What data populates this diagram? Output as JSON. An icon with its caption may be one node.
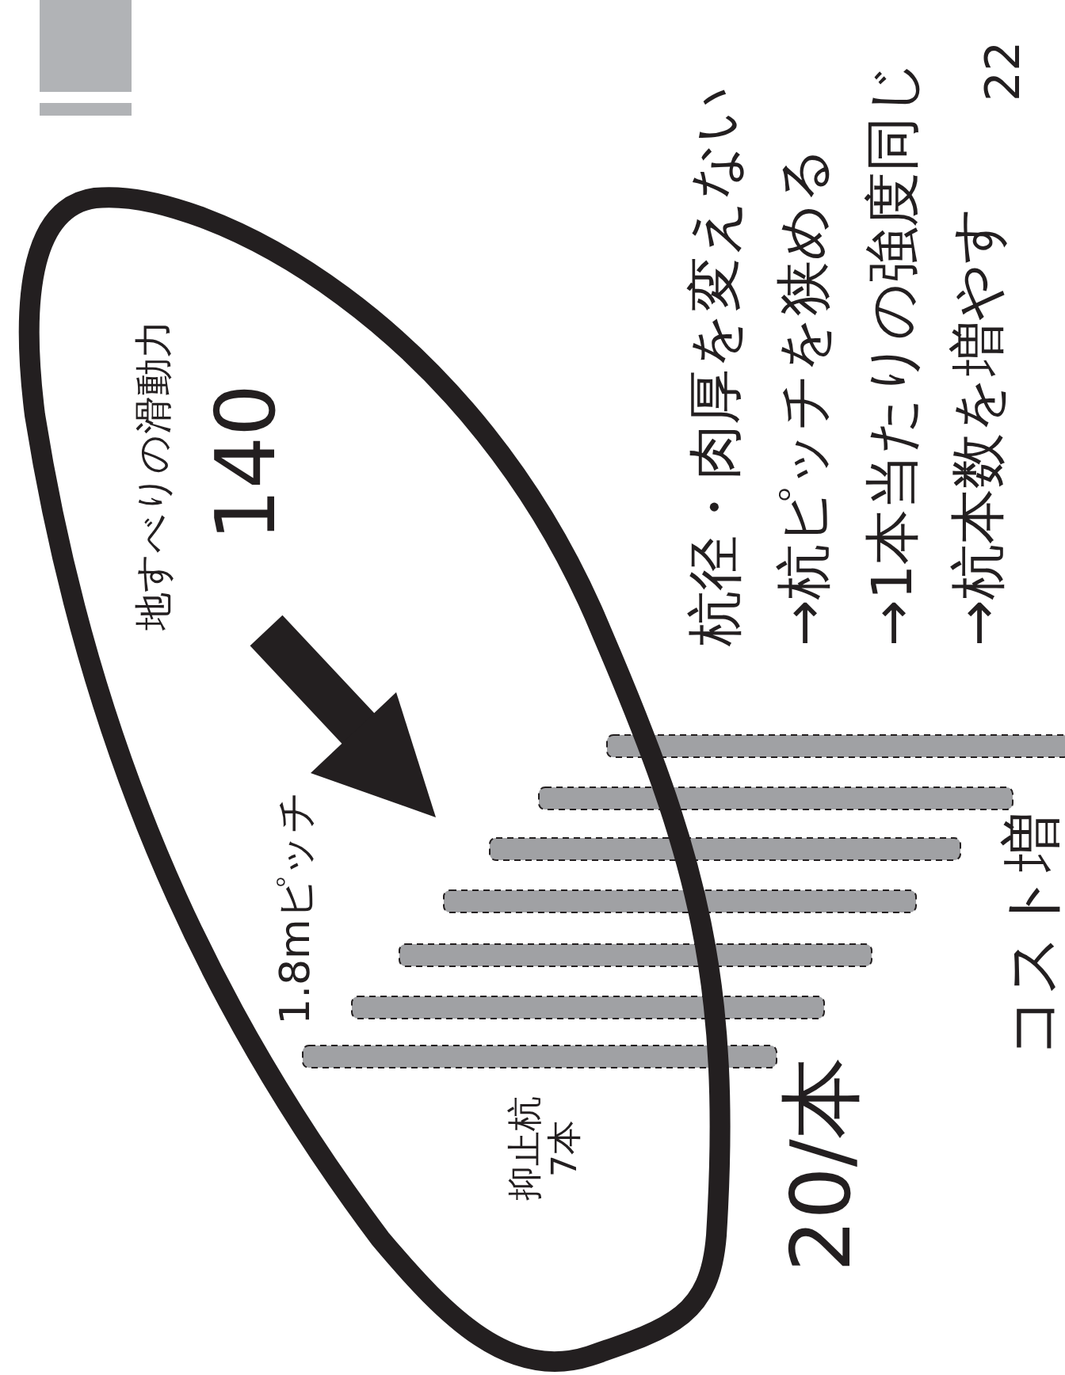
{
  "diagram": {
    "nodes": [
      {
        "text": [
          "地すべりの滑動力",
          "140",
          "1.8mピッチ",
          "抑止杭 7本"
        ]
      }
    ],
    "labels": [
      "20/本",
      "コスト増",
      "杭径・肉厚を変えない",
      "→杭ピッチを狭める",
      "→1本当たりの強度同じ",
      "→杭本数を増やす",
      "22"
    ]
  }
}
